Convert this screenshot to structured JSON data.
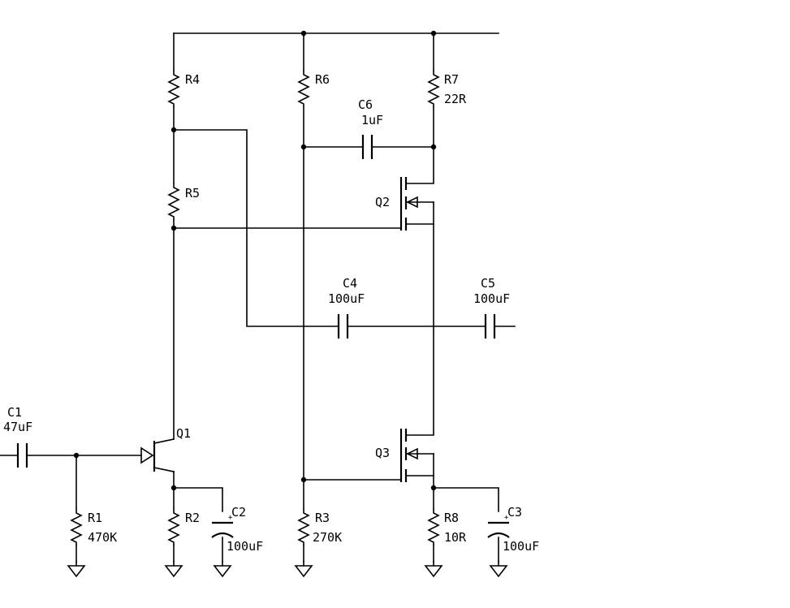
{
  "components": {
    "C1": {
      "ref": "C1",
      "value": "47uF"
    },
    "C2": {
      "ref": "C2",
      "value": "100uF"
    },
    "C3": {
      "ref": "C3",
      "value": "100uF"
    },
    "C4": {
      "ref": "C4",
      "value": "100uF"
    },
    "C5": {
      "ref": "C5",
      "value": "100uF"
    },
    "C6": {
      "ref": "C6",
      "value": "1uF"
    },
    "R1": {
      "ref": "R1",
      "value": "470K"
    },
    "R2": {
      "ref": "R2",
      "value": ""
    },
    "R3": {
      "ref": "R3",
      "value": "270K"
    },
    "R4": {
      "ref": "R4",
      "value": ""
    },
    "R5": {
      "ref": "R5",
      "value": ""
    },
    "R6": {
      "ref": "R6",
      "value": ""
    },
    "R7": {
      "ref": "R7",
      "value": "22R"
    },
    "R8": {
      "ref": "R8",
      "value": "10R"
    },
    "Q1": {
      "ref": "Q1"
    },
    "Q2": {
      "ref": "Q2"
    },
    "Q3": {
      "ref": "Q3"
    }
  },
  "polarity_mark": "+"
}
